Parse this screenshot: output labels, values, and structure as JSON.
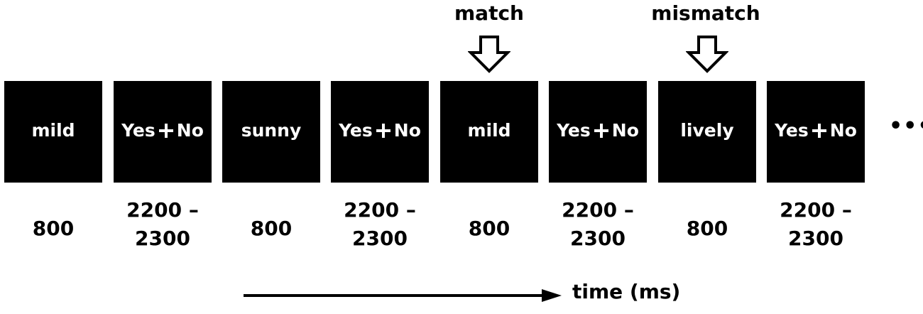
{
  "screens": [
    {
      "type": "word",
      "text": "mild"
    },
    {
      "type": "response",
      "yes": "Yes",
      "no": "No"
    },
    {
      "type": "word",
      "text": "sunny"
    },
    {
      "type": "response",
      "yes": "Yes",
      "no": "No"
    },
    {
      "type": "word",
      "text": "mild"
    },
    {
      "type": "response",
      "yes": "Yes",
      "no": "No"
    },
    {
      "type": "word",
      "text": "lively"
    },
    {
      "type": "response",
      "yes": "Yes",
      "no": "No"
    }
  ],
  "durations": {
    "word": "800",
    "response_line1": "2200 –",
    "response_line2": "2300"
  },
  "markers": {
    "match": "match",
    "mismatch": "mismatch"
  },
  "continuation": "•••",
  "axis": {
    "label": "time (ms)"
  },
  "colors": {
    "screen_bg": "#000000",
    "screen_text": "#ffffff",
    "ink": "#000000"
  }
}
